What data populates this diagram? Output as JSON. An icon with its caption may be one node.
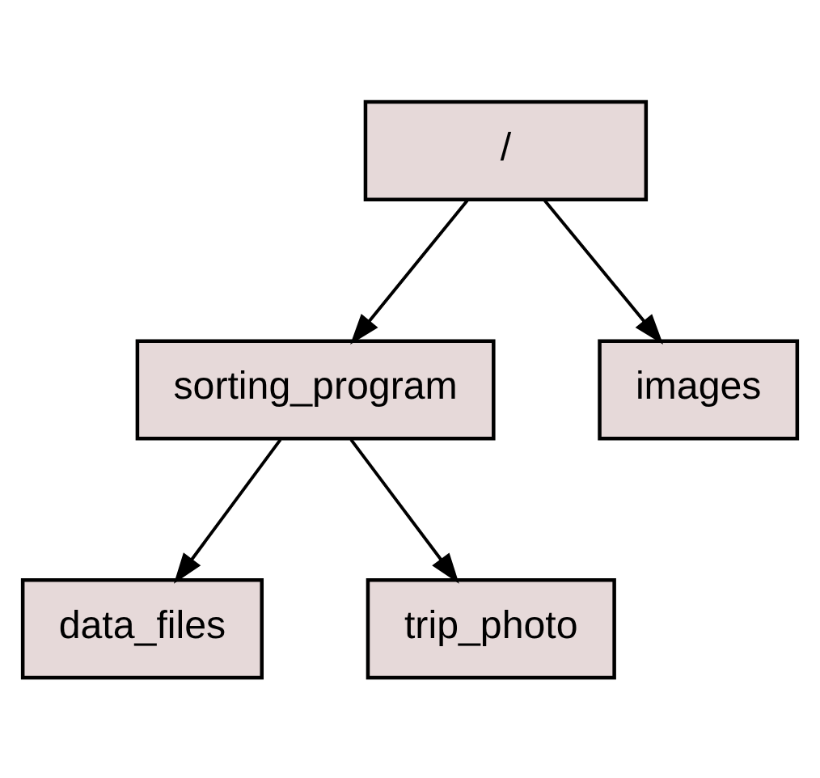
{
  "diagram": {
    "nodes": [
      {
        "text": [
          "/"
        ]
      },
      {
        "text": [
          "sorting_program"
        ]
      },
      {
        "text": [
          "images"
        ]
      },
      {
        "text": [
          "data_files"
        ]
      },
      {
        "text": [
          "trip_photo"
        ]
      }
    ],
    "edges": [
      {
        "from": 0,
        "to": 1,
        "arrow": "to"
      },
      {
        "from": 0,
        "to": 2,
        "arrow": "to"
      },
      {
        "from": 1,
        "to": 3,
        "arrow": "to"
      },
      {
        "from": 1,
        "to": 4,
        "arrow": "to"
      }
    ]
  }
}
